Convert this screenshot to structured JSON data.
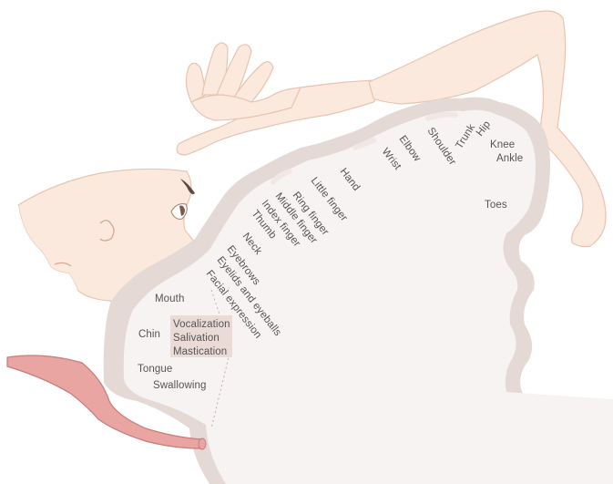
{
  "diagram": {
    "body_parts": {
      "hip": "Hip",
      "trunk": "Trunk",
      "knee": "Knee",
      "ankle": "Ankle",
      "shoulder": "Shoulder",
      "elbow": "Elbow",
      "wrist": "Wrist",
      "toes": "Toes",
      "hand": "Hand",
      "little_finger": "Little finger",
      "ring_finger": "Ring finger",
      "middle_finger": "Middle finger",
      "index_finger": "Index finger",
      "thumb": "Thumb",
      "neck": "Neck",
      "eyebrows": "Eyebrows",
      "eyelids_and_eyeballs": "Eyelids and eyeballs",
      "facial_expression": "Facial expression",
      "mouth": "Mouth",
      "chin": "Chin",
      "vocalization": "Vocalization",
      "salivation": "Salivation",
      "mastication": "Mastication",
      "tongue": "Tongue",
      "swallowing": "Swallowing"
    },
    "colors": {
      "skin_fill": "#fbe9de",
      "skin_stroke": "#e6c4b0",
      "cortex_fill": "#f8f3f3",
      "cortex_band": "#e4d9d5",
      "cortex_band_light": "#f1e8e5",
      "tongue_fill": "#e8a5a2",
      "tongue_stroke": "#c87c79",
      "label_text": "#545454",
      "highlight_box": "#eadbd6"
    }
  }
}
